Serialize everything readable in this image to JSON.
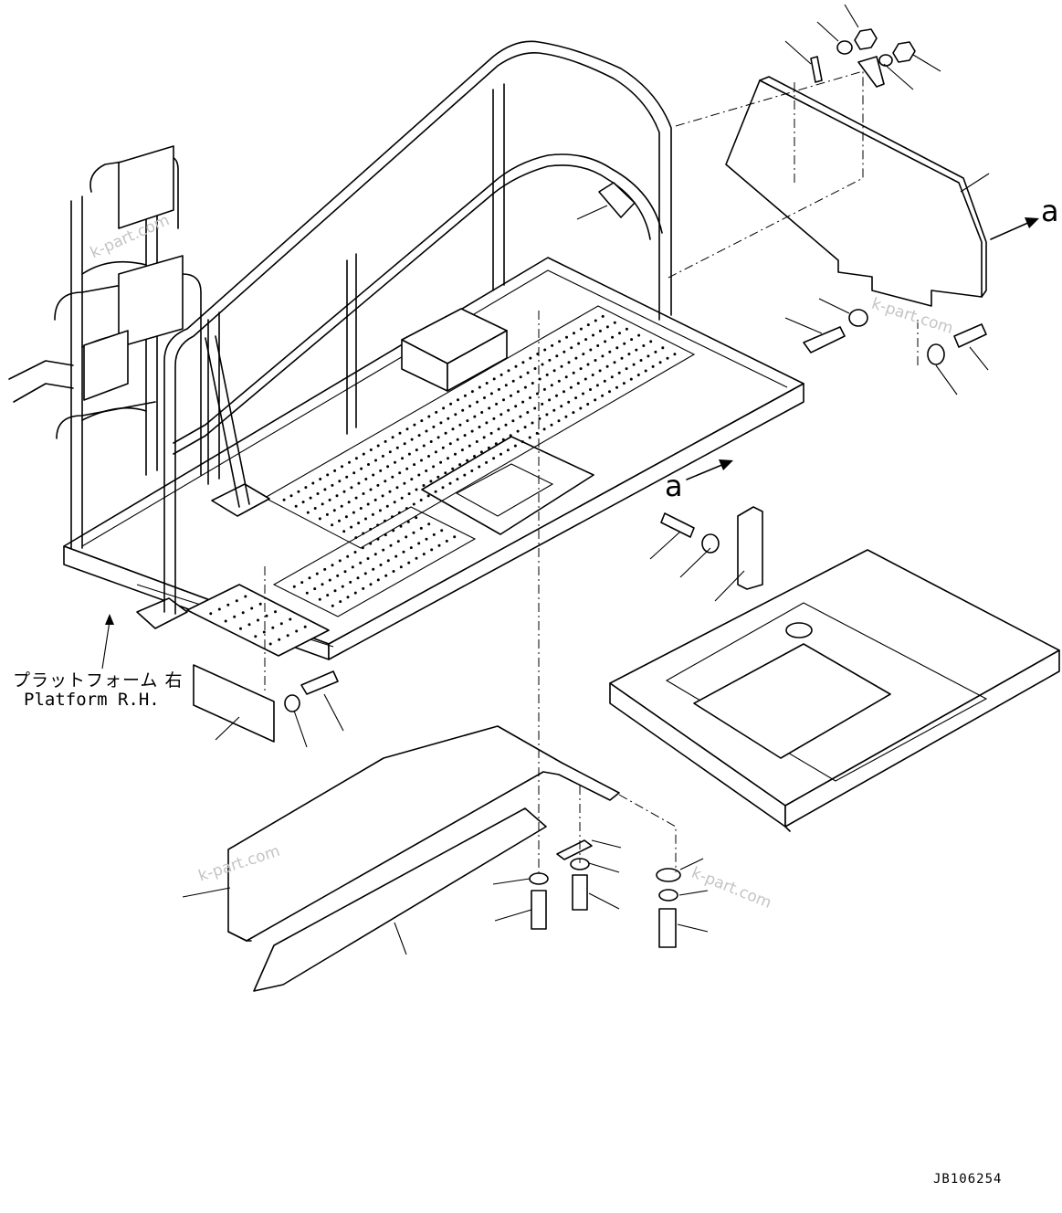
{
  "callout": {
    "jp": "プラットフォーム 右",
    "en": "Platform R.H."
  },
  "view_marks": [
    "a",
    "a"
  ],
  "drawing_code": "JB106254",
  "watermarks": [
    "k-part.com",
    "k-part.com",
    "k-part.com",
    "k-part.com"
  ]
}
